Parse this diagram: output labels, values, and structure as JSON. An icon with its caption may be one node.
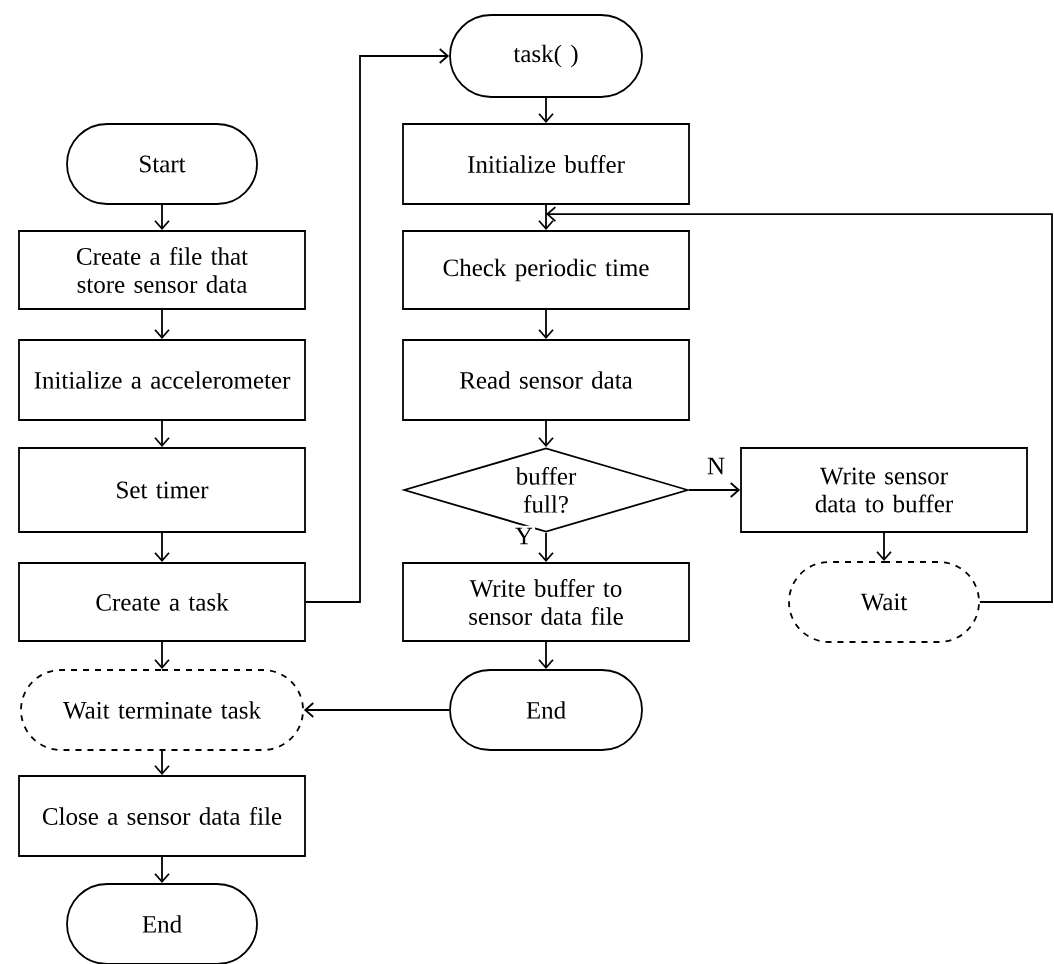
{
  "diagram": {
    "nodes": [
      {
        "text": [
          "Start"
        ]
      },
      {
        "text": [
          "Create a file that store sensor data"
        ]
      },
      {
        "text": [
          "Initialize a accelerometer"
        ]
      },
      {
        "text": [
          "Set timer"
        ]
      },
      {
        "text": [
          "Create a task"
        ]
      },
      {
        "text": [
          "Wait terminate task"
        ]
      },
      {
        "text": [
          "Close a sensor data file"
        ]
      },
      {
        "text": [
          "End"
        ]
      },
      {
        "text": [
          "task( )"
        ]
      },
      {
        "text": [
          "Initialize buffer"
        ]
      },
      {
        "text": [
          "Check periodic time"
        ]
      },
      {
        "text": [
          "Read sensor data"
        ]
      },
      {
        "text": [
          "buffer full?"
        ]
      },
      {
        "text": [
          "Write buffer to sensor data file"
        ]
      },
      {
        "text": [
          "End"
        ]
      },
      {
        "text": [
          "Write sensor data to buffer"
        ]
      },
      {
        "text": [
          "Wait"
        ]
      }
    ],
    "edges": [
      {
        "from": 0,
        "to": 1,
        "arrow": "to"
      },
      {
        "from": 1,
        "to": 2,
        "arrow": "to"
      },
      {
        "from": 2,
        "to": 3,
        "arrow": "to"
      },
      {
        "from": 3,
        "to": 4,
        "arrow": "to"
      },
      {
        "from": 4,
        "to": 8,
        "arrow": "to"
      },
      {
        "from": 4,
        "to": 5,
        "arrow": "to"
      },
      {
        "from": 5,
        "to": 6,
        "arrow": "to"
      },
      {
        "from": 6,
        "to": 7,
        "arrow": "to"
      },
      {
        "from": 8,
        "to": 9,
        "arrow": "to"
      },
      {
        "from": 9,
        "to": 10,
        "arrow": "to"
      },
      {
        "from": 10,
        "to": 11,
        "arrow": "to"
      },
      {
        "from": 11,
        "to": 12,
        "arrow": "to"
      },
      {
        "from": 12,
        "to": 13,
        "arrow": "to",
        "label": "Y"
      },
      {
        "from": 12,
        "to": 15,
        "arrow": "to",
        "label": "N"
      },
      {
        "from": 13,
        "to": 14,
        "arrow": "to"
      },
      {
        "from": 14,
        "to": 5,
        "arrow": "to"
      },
      {
        "from": 15,
        "to": 16,
        "arrow": "to"
      },
      {
        "from": 16,
        "to": 10,
        "arrow": "to"
      }
    ]
  }
}
